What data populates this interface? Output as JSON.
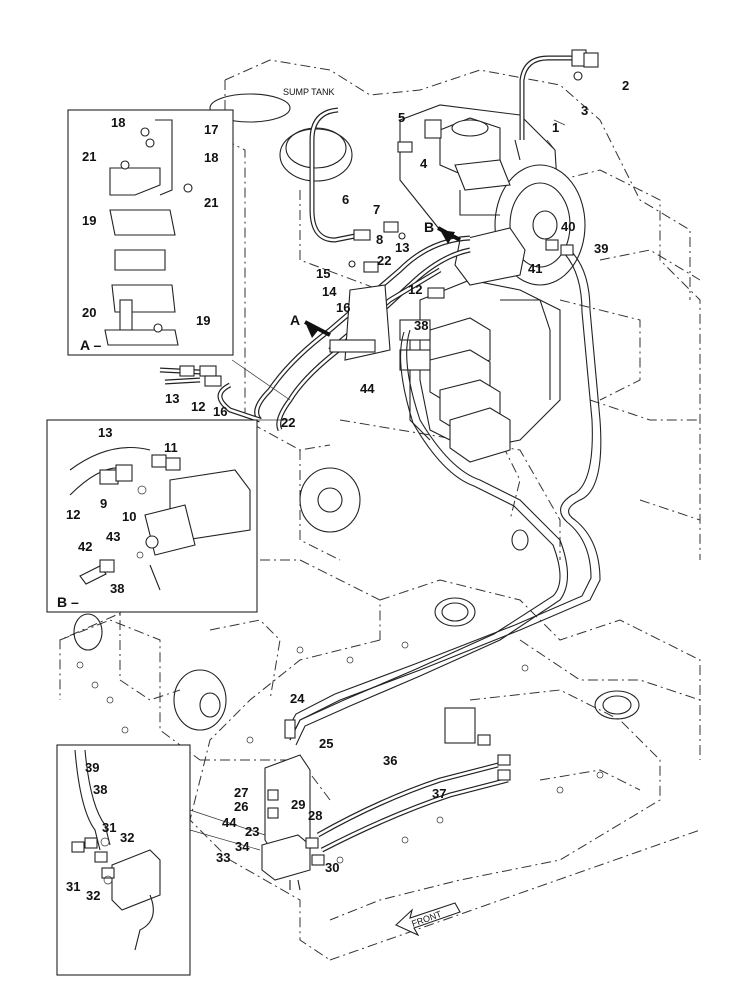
{
  "annotations": {
    "sump_tank": "SUMP TANK",
    "front": "FRONT"
  },
  "details": {
    "a": "A –",
    "b": "B –",
    "a_arrow": "A",
    "b_arrow": "B"
  },
  "part_labels": [
    {
      "id": "1",
      "text": "1"
    },
    {
      "id": "2",
      "text": "2"
    },
    {
      "id": "3",
      "text": "3"
    },
    {
      "id": "4",
      "text": "4"
    },
    {
      "id": "5",
      "text": "5"
    },
    {
      "id": "6",
      "text": "6"
    },
    {
      "id": "7",
      "text": "7"
    },
    {
      "id": "8",
      "text": "8"
    },
    {
      "id": "13a",
      "text": "13"
    },
    {
      "id": "15",
      "text": "15"
    },
    {
      "id": "22a",
      "text": "22"
    },
    {
      "id": "14",
      "text": "14"
    },
    {
      "id": "16a",
      "text": "16"
    },
    {
      "id": "12a",
      "text": "12"
    },
    {
      "id": "38a",
      "text": "38"
    },
    {
      "id": "40",
      "text": "40"
    },
    {
      "id": "39a",
      "text": "39"
    },
    {
      "id": "41",
      "text": "41"
    },
    {
      "id": "44a",
      "text": "44"
    },
    {
      "id": "13b",
      "text": "13"
    },
    {
      "id": "12b",
      "text": "12"
    },
    {
      "id": "16b",
      "text": "16"
    },
    {
      "id": "22b",
      "text": "22"
    },
    {
      "id": "18a",
      "text": "18"
    },
    {
      "id": "17",
      "text": "17"
    },
    {
      "id": "18b",
      "text": "18"
    },
    {
      "id": "21a",
      "text": "21"
    },
    {
      "id": "21b",
      "text": "21"
    },
    {
      "id": "19a",
      "text": "19"
    },
    {
      "id": "20",
      "text": "20"
    },
    {
      "id": "19b",
      "text": "19"
    },
    {
      "id": "13c",
      "text": "13"
    },
    {
      "id": "11",
      "text": "11"
    },
    {
      "id": "9",
      "text": "9"
    },
    {
      "id": "12c",
      "text": "12"
    },
    {
      "id": "10",
      "text": "10"
    },
    {
      "id": "43",
      "text": "43"
    },
    {
      "id": "42",
      "text": "42"
    },
    {
      "id": "38b",
      "text": "38"
    },
    {
      "id": "24",
      "text": "24"
    },
    {
      "id": "25",
      "text": "25"
    },
    {
      "id": "36",
      "text": "36"
    },
    {
      "id": "37",
      "text": "37"
    },
    {
      "id": "27",
      "text": "27"
    },
    {
      "id": "26",
      "text": "26"
    },
    {
      "id": "44b",
      "text": "44"
    },
    {
      "id": "29",
      "text": "29"
    },
    {
      "id": "28",
      "text": "28"
    },
    {
      "id": "23",
      "text": "23"
    },
    {
      "id": "34",
      "text": "34"
    },
    {
      "id": "33",
      "text": "33"
    },
    {
      "id": "30",
      "text": "30"
    },
    {
      "id": "39b",
      "text": "39"
    },
    {
      "id": "38c",
      "text": "38"
    },
    {
      "id": "31a",
      "text": "31"
    },
    {
      "id": "32a",
      "text": "32"
    },
    {
      "id": "31b",
      "text": "31"
    },
    {
      "id": "32b",
      "text": "32"
    }
  ]
}
